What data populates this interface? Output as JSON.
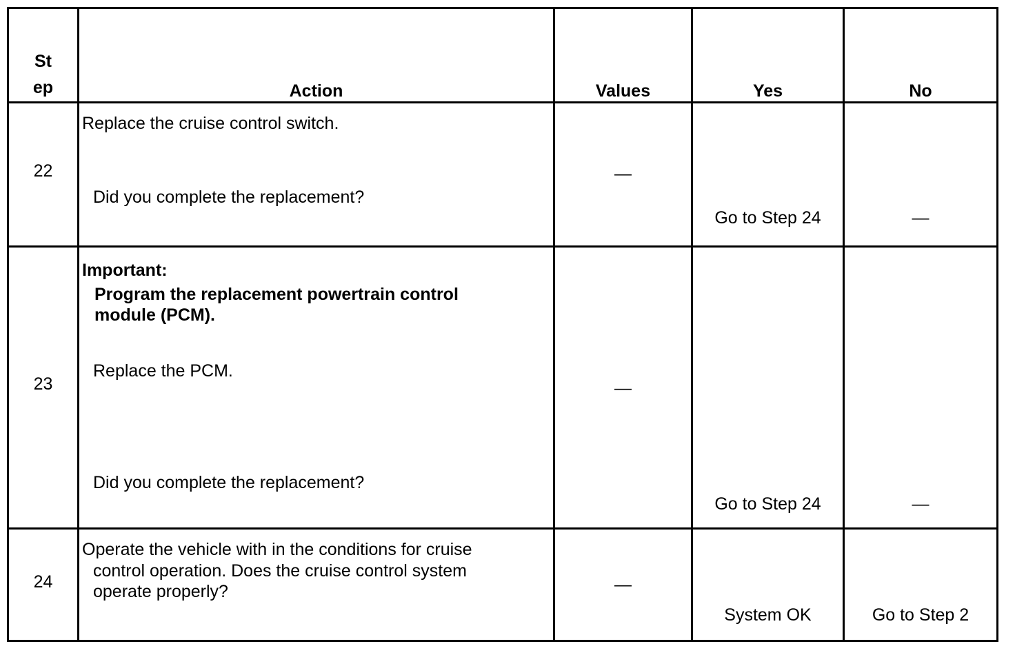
{
  "table": {
    "headers": {
      "step_line1": "St",
      "step_line2": "ep",
      "action": "Action",
      "values": "Values",
      "yes": "Yes",
      "no": "No"
    },
    "rows": [
      {
        "step": "22",
        "action_line1": "Replace the cruise control switch.",
        "action_line2": "Did you complete the replacement?",
        "values": "—",
        "yes": "Go to Step 24",
        "no": "—"
      },
      {
        "step": "23",
        "important_label": "Important:",
        "important_line1": "Program the replacement powertrain control",
        "important_line2": "module (PCM).",
        "action_line1": "Replace the PCM.",
        "action_line2": "Did you complete the replacement?",
        "values": "—",
        "yes": "Go to Step 24",
        "no": "—"
      },
      {
        "step": "24",
        "action_line1": "Operate the vehicle with in the conditions for cruise",
        "action_line2": "control operation. Does the cruise control system",
        "action_line3": "operate properly?",
        "values": "—",
        "yes": "System OK",
        "no": "Go to Step 2"
      }
    ]
  },
  "colors": {
    "border": "#000000",
    "text": "#000000",
    "background": "#ffffff"
  }
}
